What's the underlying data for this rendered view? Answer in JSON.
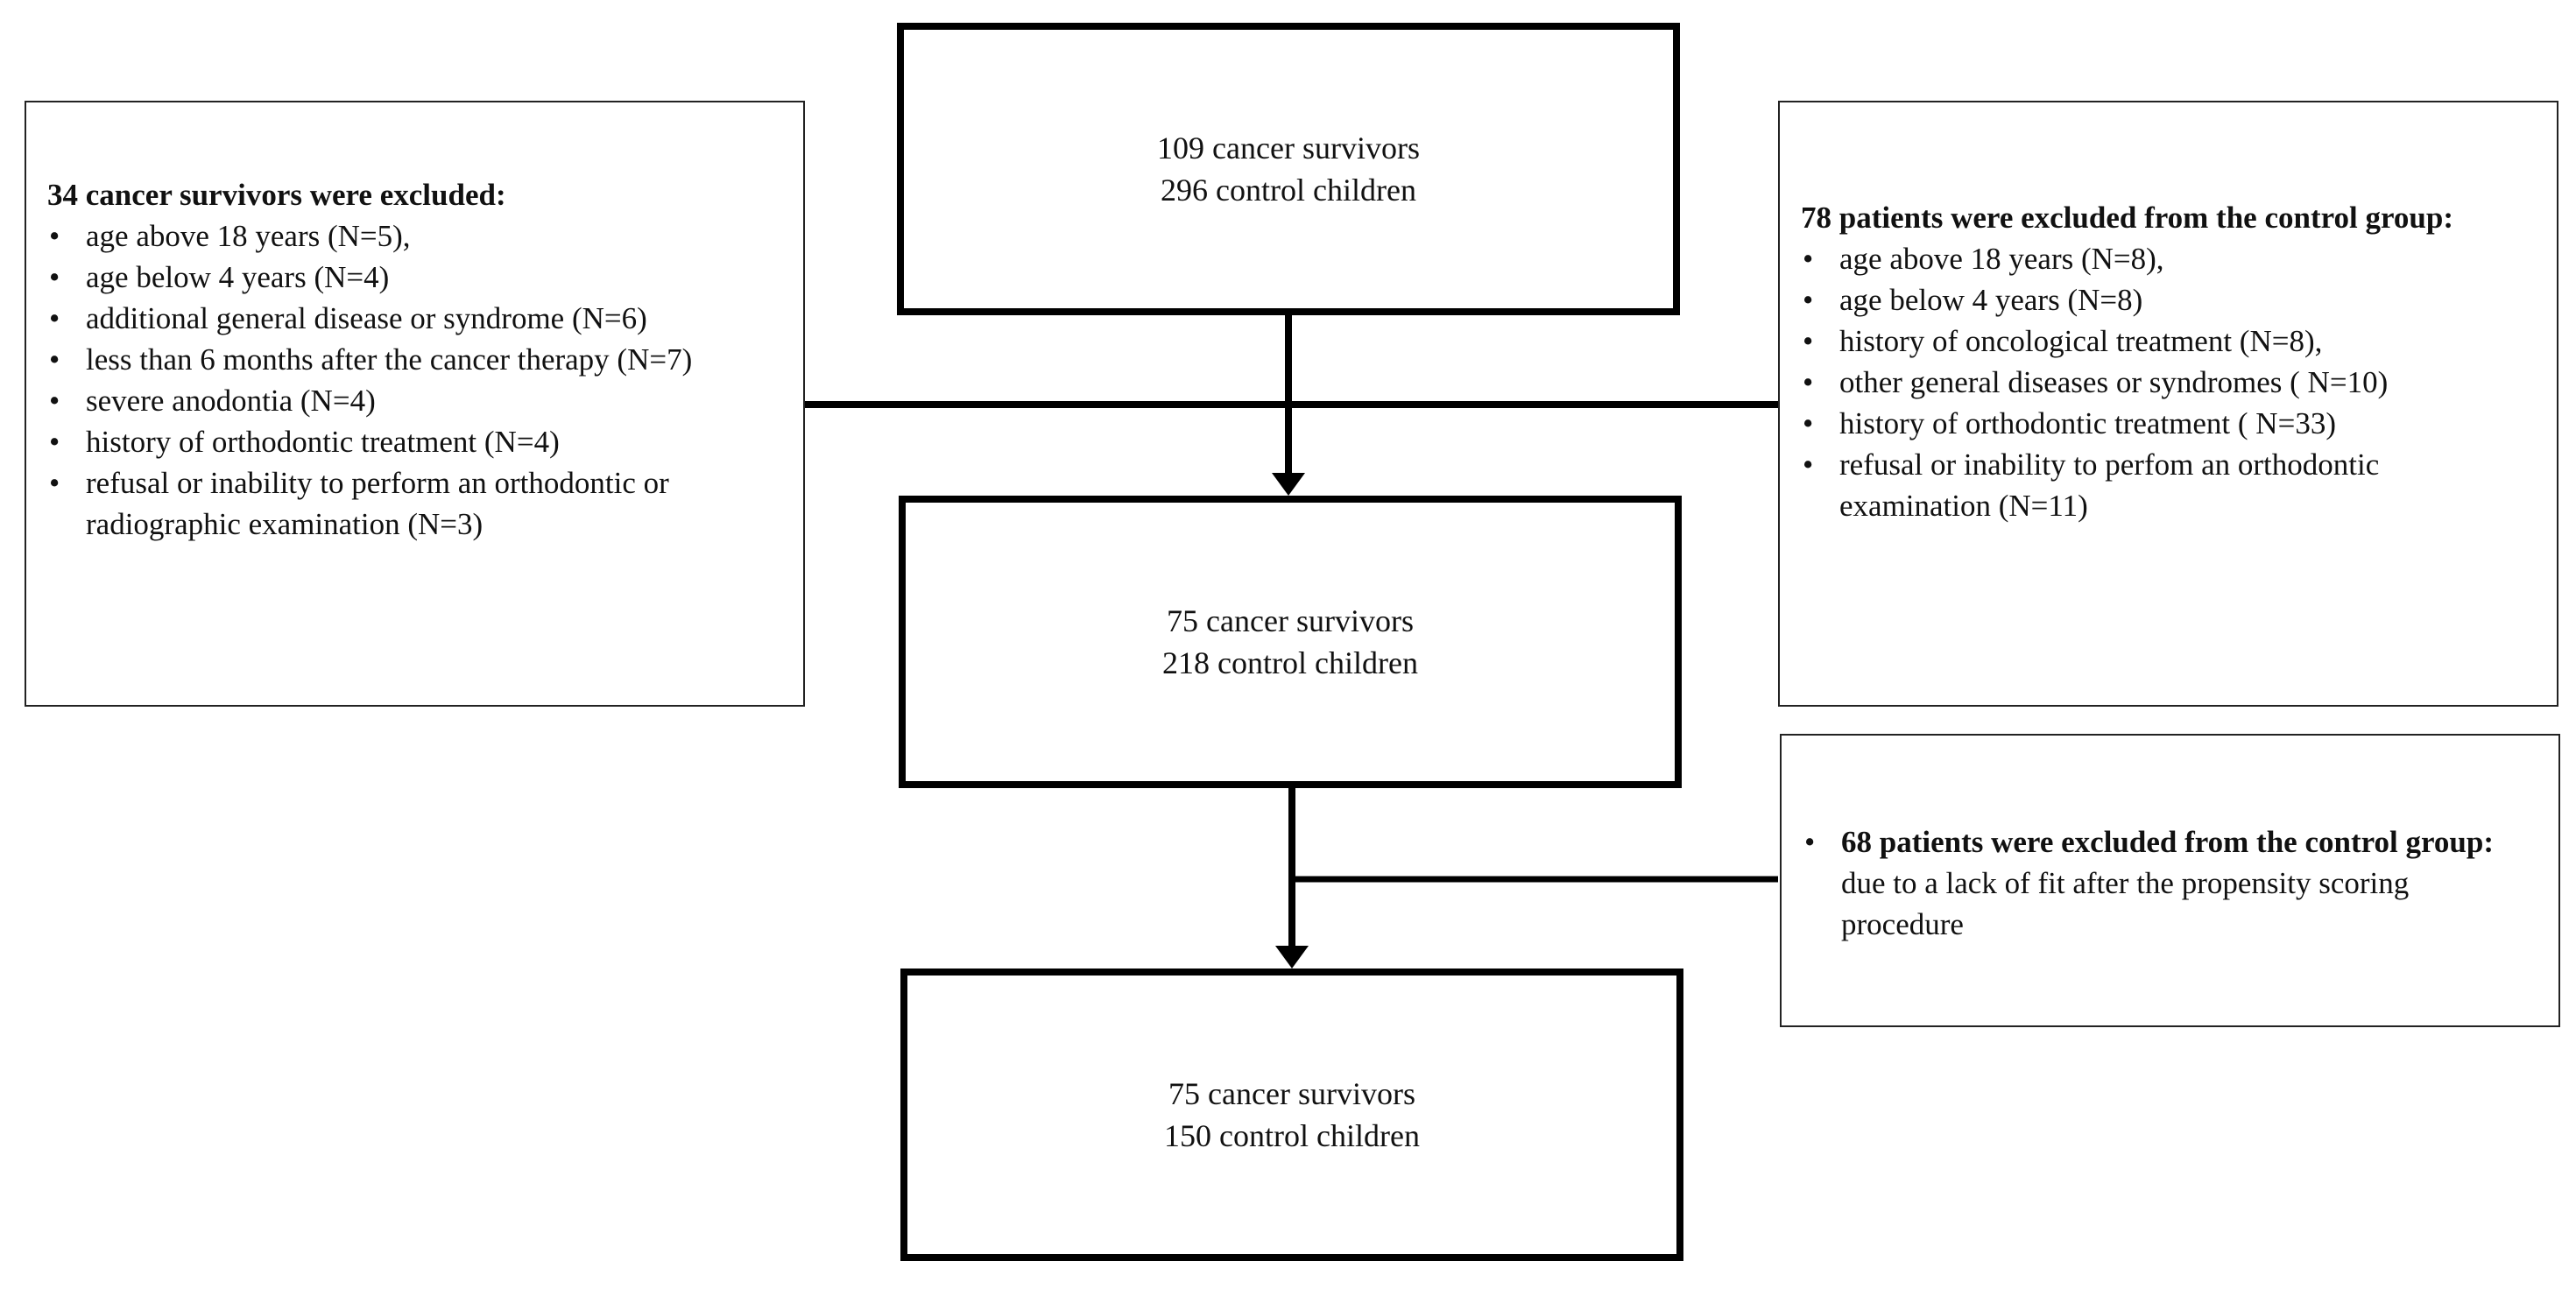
{
  "boxes": {
    "initial": {
      "line1": "109 cancer survivors",
      "line2": "296 control children"
    },
    "after_exclusion": {
      "line1": "75 cancer survivors",
      "line2": "218 control children"
    },
    "final": {
      "line1": "75 cancer survivors",
      "line2": "150 control children"
    }
  },
  "exclusions_left": {
    "heading": "34 cancer survivors were excluded:",
    "items": [
      "age above 18 years (N=5),",
      "age below 4 years (N=4)",
      "additional general disease or syndrome (N=6)",
      "less than 6 months after the cancer therapy (N=7)",
      "severe anodontia (N=4)",
      "history of orthodontic treatment (N=4)",
      "refusal or inability to perform an orthodontic or radiographic examination (N=3)"
    ]
  },
  "exclusions_right": {
    "heading": "78 patients were excluded from the control group:",
    "items": [
      "age above 18 years (N=8),",
      "age below 4 years (N=8)",
      "history of oncological treatment (N=8),",
      "other general diseases or syndromes ( N=10)",
      "history of orthodontic treatment ( N=33)",
      "refusal or inability to perfom an orthodontic examination (N=11)"
    ]
  },
  "exclusions_propensity": {
    "heading": "68 patients were excluded from the control group:",
    "text": " due to a lack of fit after the propensity scoring procedure"
  }
}
